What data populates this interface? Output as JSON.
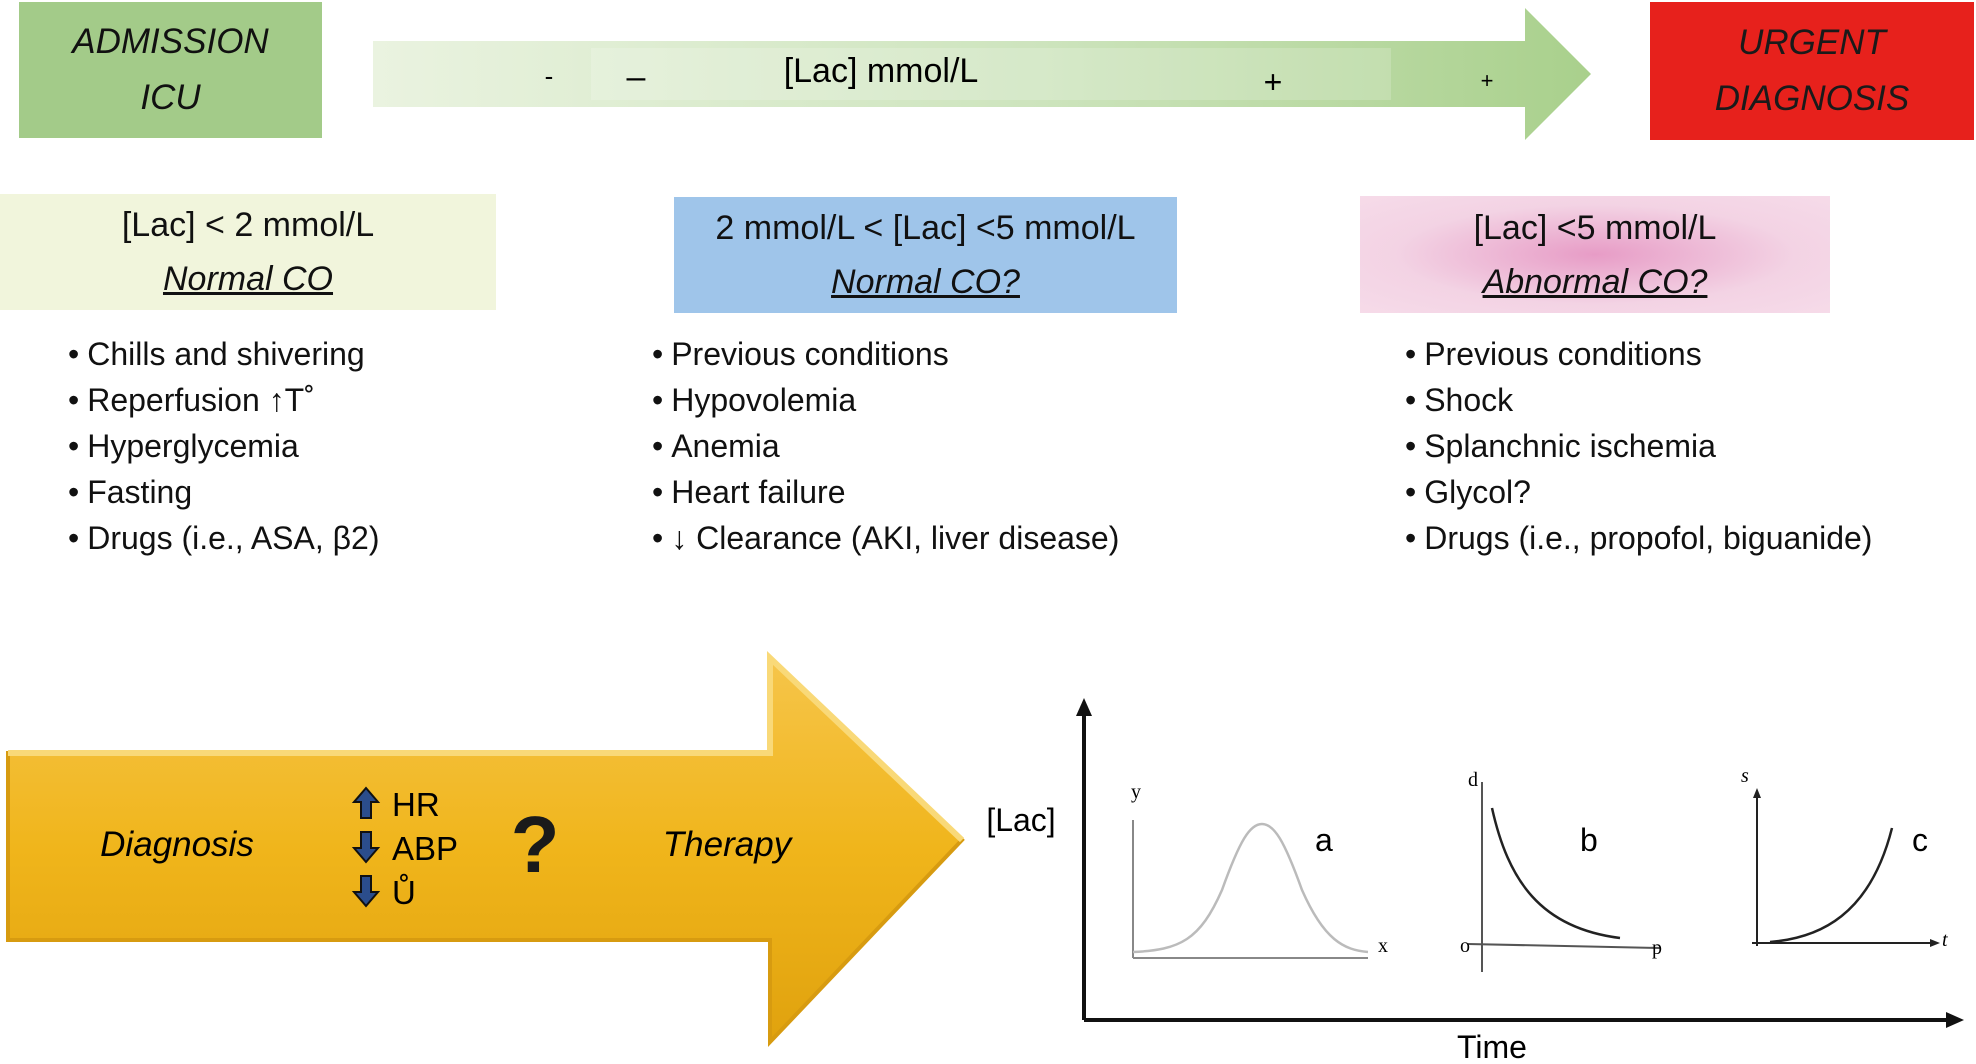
{
  "header": {
    "admission": {
      "line1": "ADMISSION",
      "line2": "ICU",
      "color": "#a3cb89"
    },
    "urgent": {
      "line1": "URGENT",
      "line2": "DIAGNOSIS",
      "color": "#e7211c"
    },
    "lac_arrow": {
      "label": "[Lac] mmol/L",
      "signs": [
        "-",
        "–",
        "+",
        "+"
      ]
    }
  },
  "columns": [
    {
      "range": "[Lac] < 2 mmol/L",
      "co": "Normal CO",
      "color": "#f1f5dc",
      "items": [
        "Chills and shivering",
        "Reperfusion ↑T˚",
        "Hyperglycemia",
        "Fasting",
        "Drugs (i.e., ASA, β2)"
      ]
    },
    {
      "range": "2 mmol/L < [Lac] <5 mmol/L",
      "co": "Normal CO?",
      "color": "#9fc5ea",
      "items": [
        "Previous conditions",
        "Hypovolemia",
        "Anemia",
        "Heart failure",
        "↓ Clearance (AKI, liver disease)"
      ]
    },
    {
      "range": "[Lac] <5 mmol/L",
      "co": "Abnormal CO?",
      "color": "#f3d3e4",
      "items": [
        "Previous conditions",
        "Shock",
        "Splanchnic ischemia",
        "Glycol?",
        "Drugs (i.e., propofol, biguanide)"
      ]
    }
  ],
  "flow_arrow": {
    "color": "#f0b51b",
    "left_label": "Diagnosis",
    "right_label": "Therapy",
    "question": "?",
    "vitals": [
      {
        "dir": "up",
        "label": "HR"
      },
      {
        "dir": "down",
        "label": "ABP"
      },
      {
        "dir": "down",
        "label": "Ů"
      }
    ]
  },
  "graph": {
    "ylabel": "[Lac]",
    "xlabel": "Time",
    "insets": [
      {
        "name": "a",
        "yaxis": "y",
        "xaxis": "x"
      },
      {
        "name": "b",
        "yaxis": "d",
        "xaxis": "p",
        "origin": "o"
      },
      {
        "name": "c",
        "yaxis": "s",
        "xaxis": "t"
      }
    ]
  }
}
